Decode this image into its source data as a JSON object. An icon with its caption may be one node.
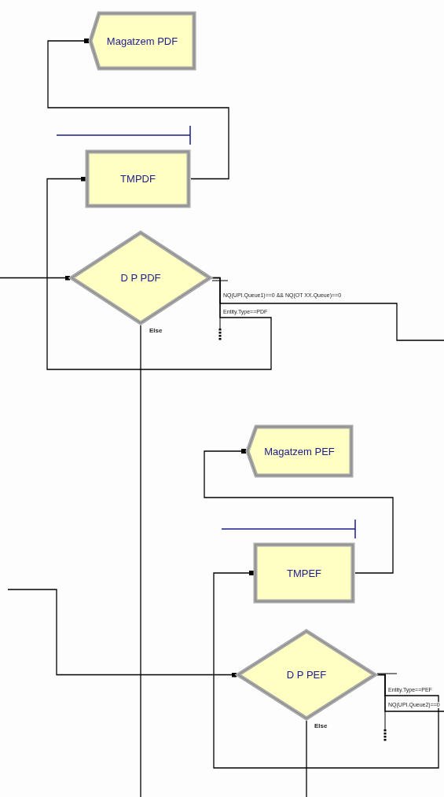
{
  "diagram": {
    "nodes": [
      {
        "text": [
          "Magatzem PDF"
        ]
      },
      {
        "text": [
          "TMPDF"
        ]
      },
      {
        "text": [
          "D P PDF"
        ]
      },
      {
        "text": [
          "Magatzem PEF"
        ]
      },
      {
        "text": [
          "TMPEF"
        ]
      },
      {
        "text": [
          "D P PEF"
        ]
      }
    ],
    "edges": [
      {
        "from": null,
        "to": 2,
        "arrow": "other"
      },
      {
        "from": 1,
        "to": 0,
        "arrow": "other"
      },
      {
        "from": 2,
        "to": null,
        "arrow": "none",
        "label": "NQ(UPI.Queue1)==0 && NQ(OT XX.Queue)==0"
      },
      {
        "from": 2,
        "to": 1,
        "arrow": "other",
        "label": "Entity.Type==PDF"
      },
      {
        "from": 2,
        "to": null,
        "arrow": "none",
        "label": "Else"
      },
      {
        "from": null,
        "to": 5,
        "arrow": "other"
      },
      {
        "from": 4,
        "to": 3,
        "arrow": "other"
      },
      {
        "from": 5,
        "to": 4,
        "arrow": "other",
        "label": "Entity.Type==PEF"
      },
      {
        "from": 5,
        "to": null,
        "arrow": "none",
        "label": "NQ(UPI.Queue2)==0"
      },
      {
        "from": 5,
        "to": null,
        "arrow": "none",
        "label": "Else"
      }
    ]
  }
}
